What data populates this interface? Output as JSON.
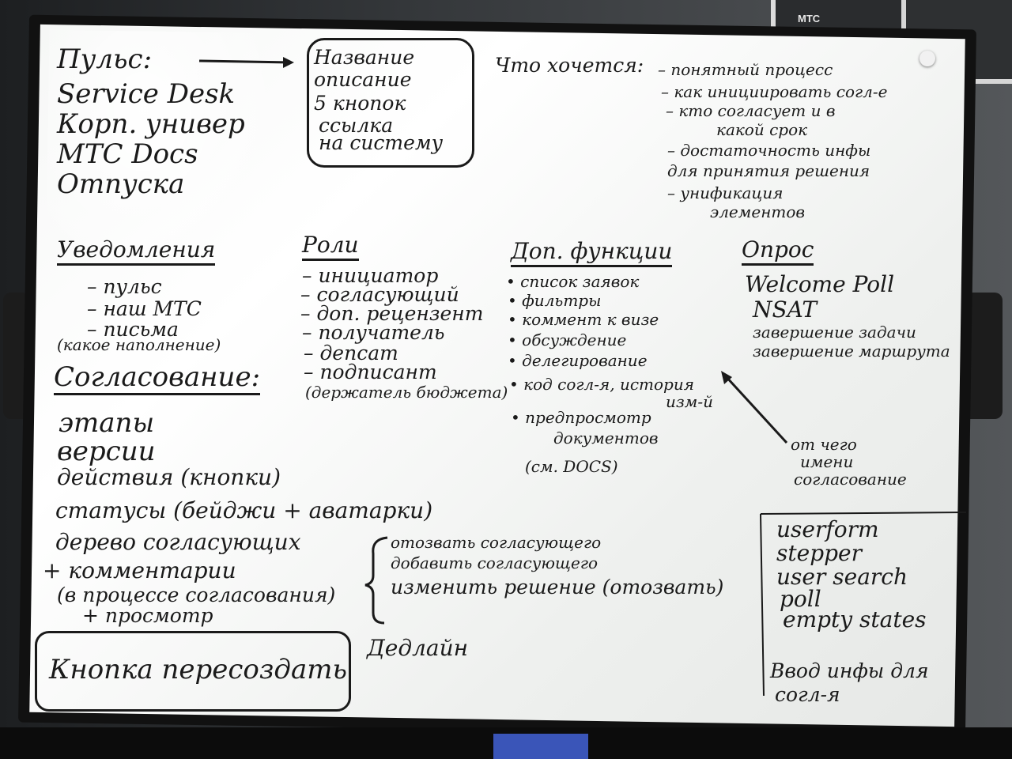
{
  "poster": {
    "brand": "МТС"
  },
  "board": {
    "puls": {
      "title": "Пульс:",
      "items": [
        "Service Desk",
        "Корп. универ",
        "МТС Docs",
        "Отпуска"
      ]
    },
    "puls_box": {
      "lines": [
        "Название",
        "описание",
        "5 кнопок",
        "ссылка",
        "на систему"
      ]
    },
    "wishes": {
      "title": "Что хочется:",
      "items": [
        "– понятный процесс",
        "– как инициировать согл-е",
        "– кто согласует и в",
        "какой срок",
        "– достаточность инфы",
        "для принятия решения",
        "– унификация",
        "элементов"
      ]
    },
    "notifications": {
      "title": "Уведомления",
      "items": [
        "– пульс",
        "– наш МТС",
        "– письма",
        "(какое наполнение)"
      ]
    },
    "roles": {
      "title": "Роли",
      "items": [
        "– инициатор",
        "– согласующий",
        "– доп. рецензент",
        "– получатель",
        "– депсат",
        "– подписант",
        "(держатель бюджета)"
      ]
    },
    "extra_functions": {
      "title": "Доп. функции",
      "items": [
        "• список заявок",
        "• фильтры",
        "• коммент к визе",
        "• обсуждение",
        "• делегирование",
        "• код согл-я, история",
        "изм-й",
        "• предпросмотр",
        "документов",
        "(см. DOCS)"
      ]
    },
    "poll": {
      "title": "Опрос",
      "items": [
        "Welcome Poll",
        "NSAT",
        "завершение задачи",
        "завершение маршрута"
      ]
    },
    "arrow_note": {
      "lines": [
        "от чего",
        "имени",
        "согласование"
      ]
    },
    "approval": {
      "title": "Согласование:",
      "items": [
        "этапы",
        "версии",
        "действия (кнопки)",
        "статусы (бейджи + аватарки)",
        "дерево согласующих",
        "+ комментарии",
        "(в процессе согласования)",
        "+ просмотр"
      ]
    },
    "tree_actions": {
      "items": [
        "отозвать согласующего",
        "добавить согласующего",
        "изменить решение (отозвать)"
      ]
    },
    "deadline": "Дедлайн",
    "recreate_button": "Кнопка пересоздать",
    "components": {
      "items": [
        "userform",
        "stepper",
        "user search",
        "poll",
        "empty states"
      ],
      "footer": [
        "Ввод инфы для",
        "согл-я"
      ]
    }
  }
}
